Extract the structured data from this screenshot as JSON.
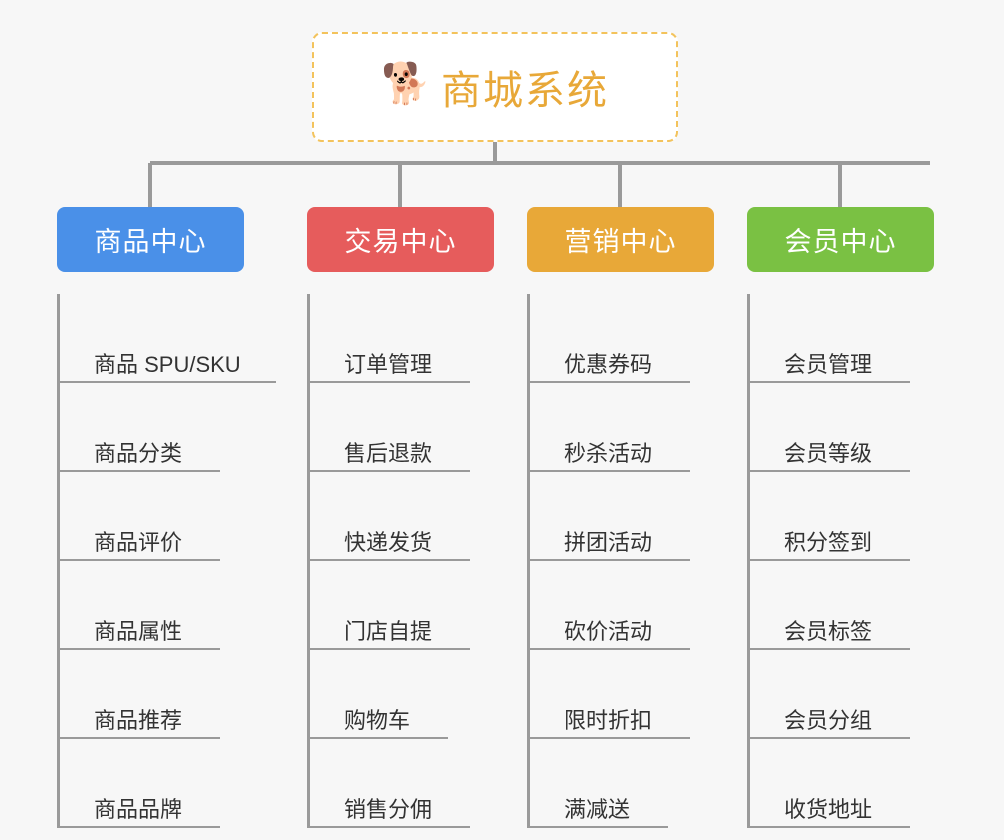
{
  "background_color": "#f7f7f7",
  "root": {
    "icon": "shiba-dog-face-icon",
    "emoji": "🐕",
    "title": "商城系统",
    "title_color": "#e8a838",
    "border_color": "#f3c35c",
    "fill_color": "#ffffff"
  },
  "connector": {
    "color": "#9a9a9a"
  },
  "columns": [
    {
      "id": "product-center",
      "header": "商品中心",
      "color": "#4a90e8",
      "items": [
        {
          "label": "商品 SPU/SKU",
          "underline_width": 216
        },
        {
          "label": "商品分类",
          "underline_width": 160
        },
        {
          "label": "商品评价",
          "underline_width": 160
        },
        {
          "label": "商品属性",
          "underline_width": 160
        },
        {
          "label": "商品推荐",
          "underline_width": 160
        },
        {
          "label": "商品品牌",
          "underline_width": 160
        }
      ]
    },
    {
      "id": "trade-center",
      "header": "交易中心",
      "color": "#e65c5c",
      "items": [
        {
          "label": "订单管理",
          "underline_width": 160
        },
        {
          "label": "售后退款",
          "underline_width": 160
        },
        {
          "label": "快递发货",
          "underline_width": 160
        },
        {
          "label": "门店自提",
          "underline_width": 160
        },
        {
          "label": "购物车",
          "underline_width": 138
        },
        {
          "label": "销售分佣",
          "underline_width": 160
        }
      ]
    },
    {
      "id": "marketing-center",
      "header": "营销中心",
      "color": "#e8a838",
      "items": [
        {
          "label": "优惠券码",
          "underline_width": 160
        },
        {
          "label": "秒杀活动",
          "underline_width": 160
        },
        {
          "label": "拼团活动",
          "underline_width": 160
        },
        {
          "label": "砍价活动",
          "underline_width": 160
        },
        {
          "label": "限时折扣",
          "underline_width": 160
        },
        {
          "label": "满减送",
          "underline_width": 138
        }
      ]
    },
    {
      "id": "member-center",
      "header": "会员中心",
      "color": "#7ac143",
      "items": [
        {
          "label": "会员管理",
          "underline_width": 160
        },
        {
          "label": "会员等级",
          "underline_width": 160
        },
        {
          "label": "积分签到",
          "underline_width": 160
        },
        {
          "label": "会员标签",
          "underline_width": 160
        },
        {
          "label": "会员分组",
          "underline_width": 160
        },
        {
          "label": "收货地址",
          "underline_width": 160
        }
      ]
    }
  ]
}
